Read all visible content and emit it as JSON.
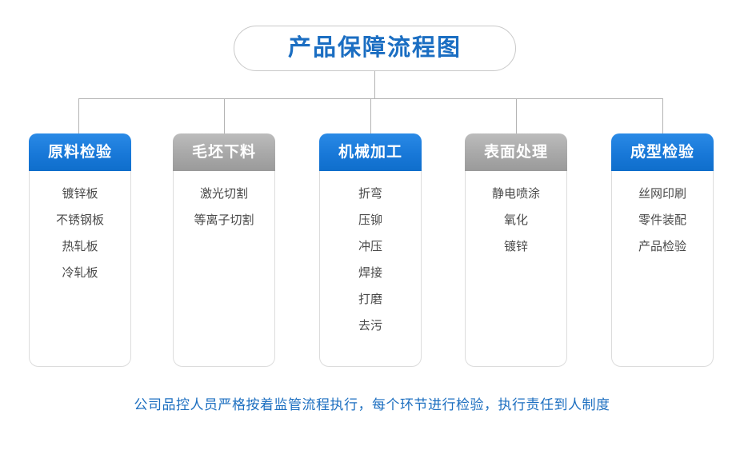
{
  "title": "产品保障流程图",
  "columns": [
    {
      "header": "原料检验",
      "color": "blue",
      "items": [
        "镀锌板",
        "不锈钢板",
        "热轧板",
        "冷轧板"
      ]
    },
    {
      "header": "毛坯下料",
      "color": "gray",
      "items": [
        "激光切割",
        "等离子切割"
      ]
    },
    {
      "header": "机械加工",
      "color": "blue",
      "items": [
        "折弯",
        "压铆",
        "冲压",
        "焊接",
        "打磨",
        "去污"
      ]
    },
    {
      "header": "表面处理",
      "color": "gray",
      "items": [
        "静电喷涂",
        "氧化",
        "镀锌"
      ]
    },
    {
      "header": "成型检验",
      "color": "blue",
      "items": [
        "丝网印刷",
        "零件装配",
        "产品检验"
      ]
    }
  ],
  "footer_note": "公司品控人员严格按着监管流程执行，每个环节进行检验，执行责任到人制度",
  "colors": {
    "accent_blue": "#1878d8",
    "header_gray": "#a8a8a8",
    "title_text": "#1b6ec2",
    "connector": "#b3b3b3",
    "card_border": "#dcdcdc",
    "item_text": "#4a4a4a",
    "footer_text": "#1d6fc0"
  }
}
